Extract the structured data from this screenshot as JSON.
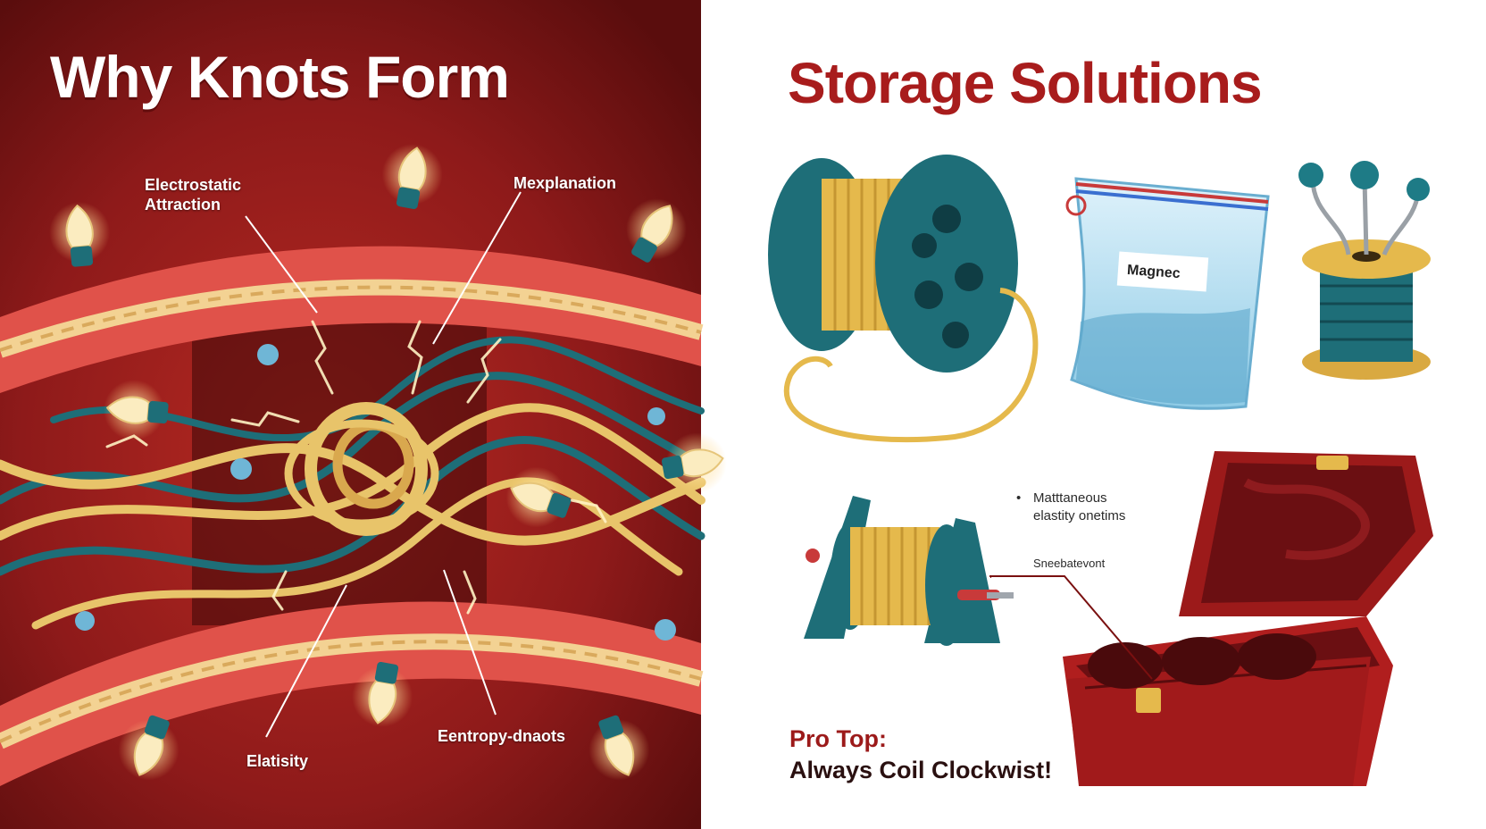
{
  "left_panel": {
    "title": "Why Knots Form",
    "callouts": {
      "electrostatic": "Electrostatic\nAttraction",
      "mexplanation": "Mexplanation",
      "elatisity": "Elatisity",
      "entropy": "Eentropy-dnaots"
    }
  },
  "right_panel": {
    "title": "Storage Solutions",
    "bag_label": "Magnec",
    "callouts": {
      "maintaneous_1": "Matttaneous",
      "maintaneous_2": "elastity onetims",
      "sneebatevont": "Sneebatevont"
    },
    "bullet": "•",
    "pro_tip": {
      "line1": "Pro Top:",
      "line2": "Always Coil Clockwist!"
    }
  },
  "colors": {
    "left_bg": "#8e1a1a",
    "left_bg_dark": "#5a0d0d",
    "band": "#e0524a",
    "cord_gold": "#e8c46a",
    "cord_teal": "#1e6e78",
    "title_right": "#a81c1c",
    "case_red": "#b01e1e"
  }
}
